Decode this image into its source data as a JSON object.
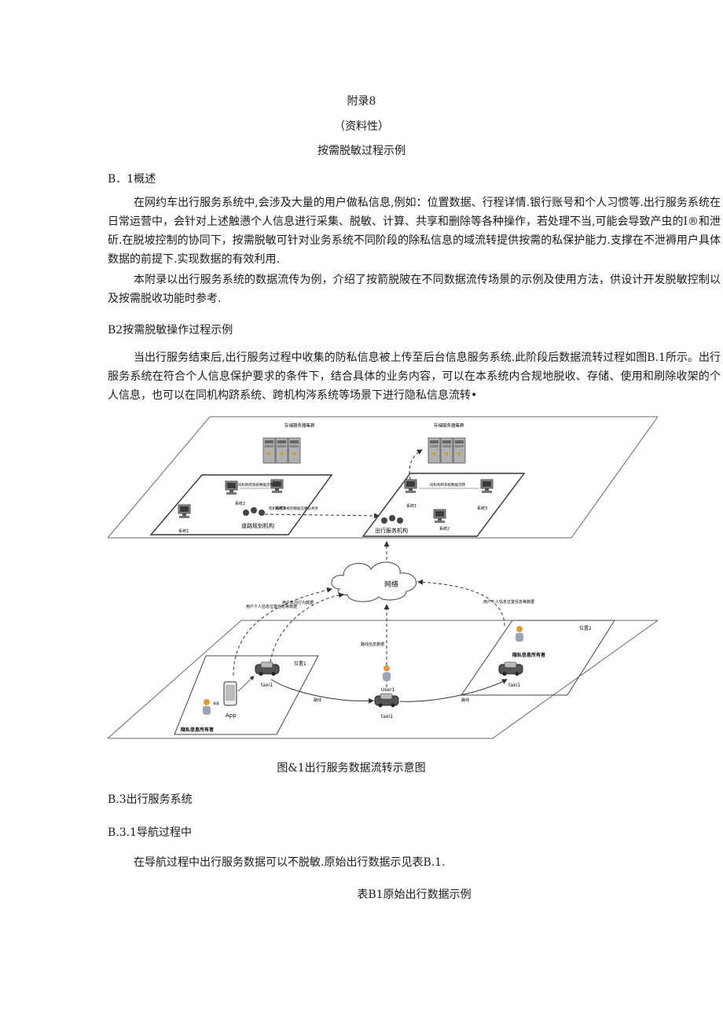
{
  "appendix": {
    "title": "附录8",
    "type": "（资料性）",
    "subtitle": "按需脱敏过程示例"
  },
  "sections": {
    "b1_heading": "B．1概述",
    "b1_para1": "在网约车出行服务系统中,会涉及大量的用户做私信息,例如：位置数据、行程详情.银行账号和个人习惯等.出行服务系统在日常运营中，会针对上述触懑个人信息进行采集、脱敏、计算、共享和删除等各种操作，若处理不当,可能会导致产虫的I®和泄斫.在脱坡控制的协同下，按需脱敏可针对业务系统不同阶段的除私信息的域流转提供按需的私保护能力.支撑在不泄褥用户具体数据的前提下.实现数据的有效利用.",
    "b1_para2": "本附录以出行服务系统的数据流传为例，介绍了按箭脱陂在不同数据流传场景的示例及使用方法，供设计开发脱敏控制以及按需脱收功能时参考.",
    "b2_heading": "B2按需脱敏操作过程示例",
    "b2_para": "当出行服务结束后,出行服务过程中收集的防私信息被上传至后台信息服务系统.此阶段后数据流转过程如图B.1所示。出行服务系统在符合个人信息保护要求的条件下，结合具体的业务内容，可以在本系统内合规地脱收、存储、使用和刷除收架的个人信息，也可以在同机构跻系统、跨机构涔系统等场景下进行隐私信息流转•",
    "figure_caption": "图&1出行服务数据流转示意图",
    "b3_heading": "B.3出行服务系统",
    "b31_heading": "B.3.1导航过程中",
    "b31_para": "在导航过程中出行服务数据可以不脱敏.原始出行数据示见表B.1.",
    "table_caption": "表B1原始出行数据示例"
  },
  "diagram": {
    "storage_cluster_left": "存储服务器集群",
    "storage_cluster_right": "存储服务器集群",
    "org_left": "道路规划机构",
    "org_right": "出行服务机构",
    "sys1_left": "系统1",
    "sys2_left": "系统2",
    "sys3_left": "系统3",
    "sys1_right": "系统1",
    "sys2_right": "系统2",
    "sys3_right": "系统3",
    "link_left": "同机构跨系统数据流转",
    "link_right": "同机构跨系统数据流转",
    "cross_org": "跨机构跨系统的数据交换与共享",
    "network": "网络",
    "label_upload_left": "用户个人信息位置信息等数据",
    "label_route": "用户车内行为数据",
    "label_upload_right": "用户个人信息位置信息等数据",
    "label_center": "路线信息数据",
    "loc1": "位置1",
    "loc2": "位置2",
    "taxi_left": "taxi1",
    "taxi_center": "taxi1",
    "taxi_right": "taxi1",
    "user1": "User1",
    "app": "App",
    "road_left": "路线",
    "road_right": "路线",
    "owner_left": "隐私信息所有者",
    "owner_right": "隐私信息所有者",
    "phone_label": "乘客"
  }
}
